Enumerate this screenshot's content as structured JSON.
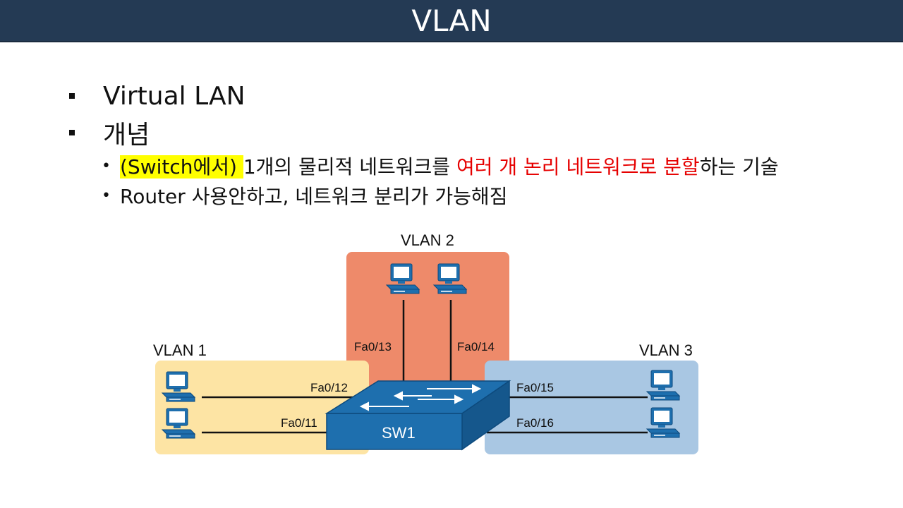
{
  "title": "VLAN",
  "bullets": {
    "b1": "Virtual LAN",
    "b2": "개념",
    "sub1": {
      "highlight": "(Switch에서) ",
      "part1": "1개의 물리적 네트워크를 ",
      "red": "여러 개 논리 네트워크로 분할",
      "part2": "하는 기술"
    },
    "sub2": "Router 사용안하고, 네트워크 분리가 가능해짐"
  },
  "diagram": {
    "vlan1_label": "VLAN 1",
    "vlan2_label": "VLAN 2",
    "vlan3_label": "VLAN 3",
    "switch_label": "SW1",
    "ports": {
      "fa0_11": "Fa0/11",
      "fa0_12": "Fa0/12",
      "fa0_13": "Fa0/13",
      "fa0_14": "Fa0/14",
      "fa0_15": "Fa0/15",
      "fa0_16": "Fa0/16"
    },
    "colors": {
      "vlan1": "#fde4a4",
      "vlan2": "#ee8a6a",
      "vlan3": "#a9c7e3",
      "switch": "#1e6fae",
      "pc": "#1e6fae"
    }
  }
}
